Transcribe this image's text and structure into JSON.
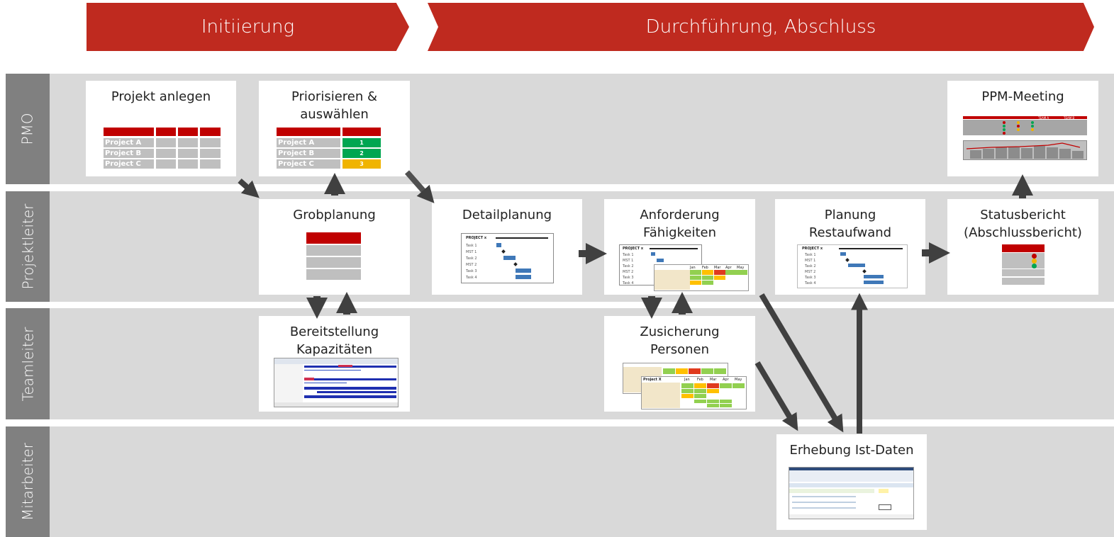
{
  "phases": [
    {
      "label": "Initiierung"
    },
    {
      "label": "Durchführung, Abschluss"
    }
  ],
  "lanes": [
    {
      "label": "PMO"
    },
    {
      "label": "Projektleiter"
    },
    {
      "label": "Teamleiter"
    },
    {
      "label": "Mitarbeiter"
    }
  ],
  "cards": {
    "projekt_anlegen": {
      "title": "Projekt anlegen",
      "rows": [
        "Project A",
        "Project B",
        "Project C"
      ]
    },
    "priorisieren": {
      "title_l1": "Priorisieren &",
      "title_l2": "auswählen",
      "rows": [
        "Project A",
        "Project B",
        "Project C"
      ],
      "ranks": [
        "1",
        "2",
        "3"
      ]
    },
    "ppm_meeting": {
      "title": "PPM-Meeting",
      "headers": [
        "TEAM A",
        "TEAM B"
      ]
    },
    "grobplanung": {
      "title": "Grobplanung"
    },
    "detailplanung": {
      "title": "Detailplanung",
      "gantt_title": "PROJECT x",
      "tasks": [
        "Task 1",
        "MST 1",
        "Task 2",
        "MST 2",
        "Task 3",
        "Task 4"
      ]
    },
    "anforderung": {
      "title_l1": "Anforderung",
      "title_l2": "Fähigkeiten",
      "gantt_title": "PROJECT x",
      "tasks": [
        "Task 1",
        "MST 1",
        "Task 2",
        "MST 2",
        "Task 3",
        "Task 4"
      ],
      "months": [
        "Jan",
        "Feb",
        "Mar",
        "Apr",
        "May"
      ]
    },
    "planung": {
      "title_l1": "Planung",
      "title_l2": "Restaufwand",
      "gantt_title": "PROJECT x",
      "tasks": [
        "Task 1",
        "MST 1",
        "Task 2",
        "MST 2",
        "Task 3",
        "Task 4"
      ]
    },
    "statusbericht": {
      "title_l1": "Statusbericht",
      "title_l2": "(Abschlussbericht)"
    },
    "bereitstellung": {
      "title_l1": "Bereitstellung",
      "title_l2": "Kapazitäten"
    },
    "zusicherung": {
      "title_l1": "Zusicherung",
      "title_l2": "Personen",
      "months": [
        "Jan",
        "Feb",
        "Mar",
        "Apr",
        "May"
      ],
      "sheet_title": "Project X"
    },
    "erhebung": {
      "title": "Erhebung Ist-Daten"
    }
  },
  "colors": {
    "phase_red": "#bf2a1f",
    "lane_gray": "#d9d9d9",
    "lane_label_gray": "#808080",
    "arrow": "#404040",
    "rank_green": "#00a651",
    "rank_yellow": "#f0b400",
    "gantt_blue": "#3f78b8"
  }
}
